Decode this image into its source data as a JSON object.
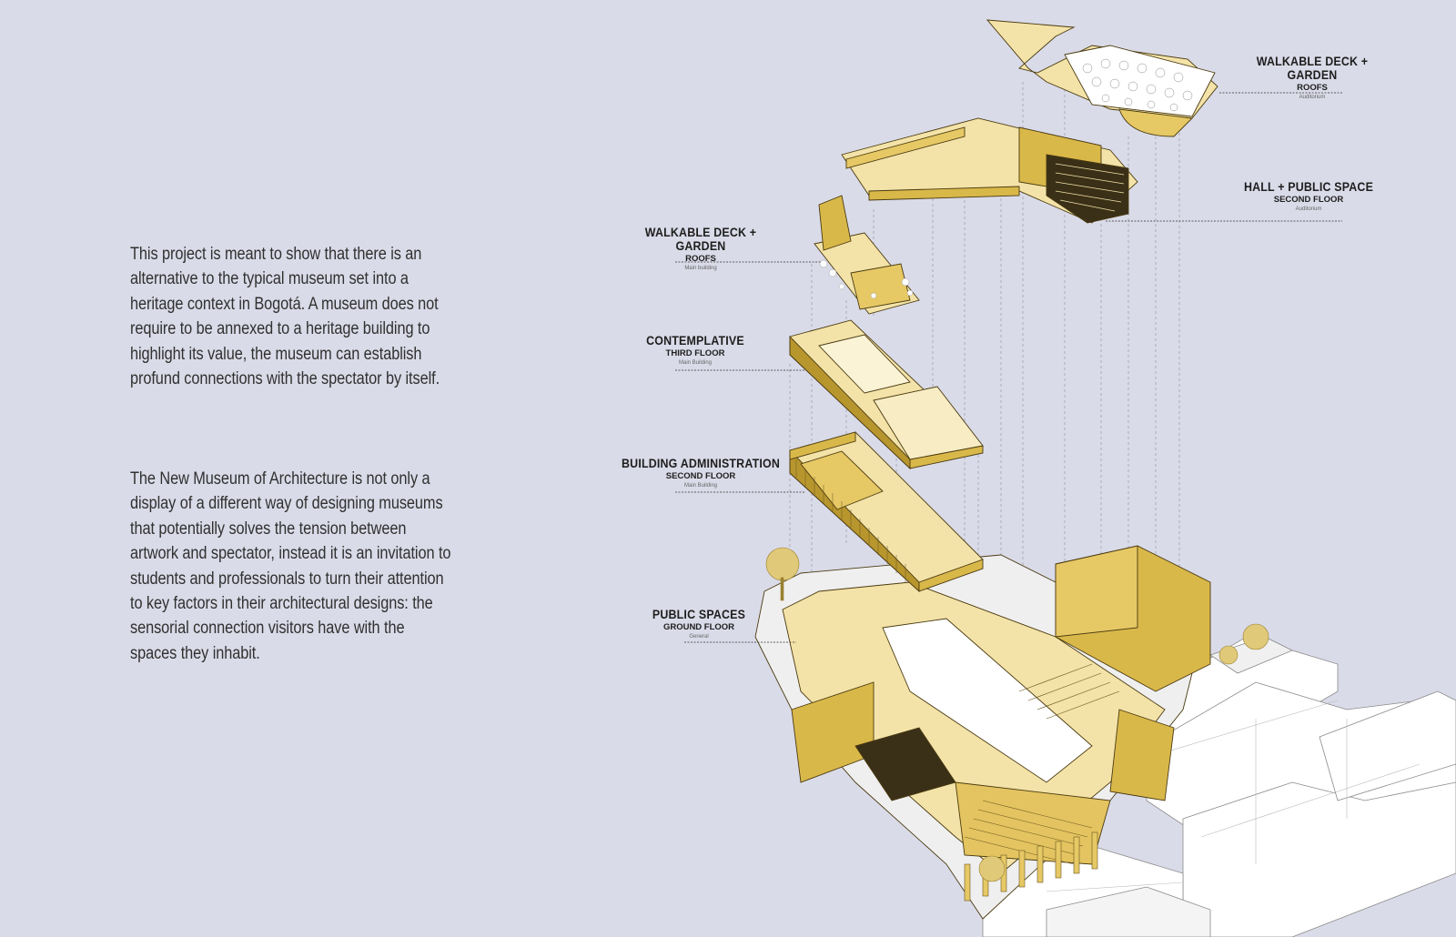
{
  "text": {
    "paragraph_1": "This project is meant to show that there is an alternative to the typical museum set into a heritage context in Bogotá. A museum does not require to be annexed to a heritage building to highlight its value, the museum can establish profund connections with the spectator by itself.",
    "paragraph_2": "The New Museum of Architecture is not only a display of a different way of designing museums that potentially solves the tension between artwork and spectator, instead it is an invitation to students and professionals to turn their attention to key factors in their architectural designs: the sensorial connection visitors have with the spaces they inhabit."
  },
  "labels": [
    {
      "title": "WALKABLE DECK + GARDEN",
      "floor": "ROOFS",
      "sub": "Auditorium"
    },
    {
      "title": "HALL + PUBLIC SPACE",
      "floor": "SECOND FLOOR",
      "sub": "Auditorium"
    },
    {
      "title": "WALKABLE DECK + GARDEN",
      "floor": "ROOFS",
      "sub": "Main building"
    },
    {
      "title": "CONTEMPLATIVE",
      "floor": "THIRD FLOOR",
      "sub": "Main Building"
    },
    {
      "title": "BUILDING ADMINISTRATION",
      "floor": "SECOND FLOOR",
      "sub": "Main Building"
    },
    {
      "title": "PUBLIC SPACES",
      "floor": "GROUND FLOOR",
      "sub": "General"
    }
  ],
  "colors": {
    "background": "#dadbe8",
    "floor_fill": "#f3e3a8",
    "wall_fill": "#d9b84a",
    "wall_dark": "#b8962e",
    "neighbor_fill": "#ffffff"
  }
}
